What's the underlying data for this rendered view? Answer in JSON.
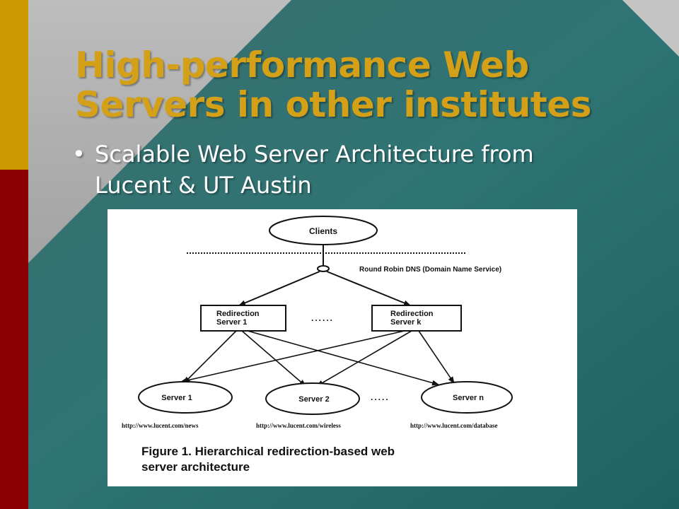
{
  "slide": {
    "title_line1": "High-performance Web",
    "title_line2": "Servers in other institutes",
    "bullets": [
      {
        "line1": "Scalable Web Server Architecture from",
        "line2": "Lucent & UT Austin"
      }
    ],
    "bullet_glyph": "•"
  },
  "colors": {
    "title": "#d4a017",
    "left_bar_top": "#cc9900",
    "left_bar_bottom": "#8b0000",
    "background_teal": "#2f6b6b"
  },
  "diagram": {
    "clients_label": "Clients",
    "dns_label": "Round Robin DNS (Domain Name Service)",
    "redirection_servers": [
      {
        "line1": "Redirection",
        "line2": "Server 1"
      },
      {
        "line1": "Redirection",
        "line2": "Server k"
      }
    ],
    "redirection_ellipsis": "......",
    "servers": [
      "Server 1",
      "Server 2",
      "Server n"
    ],
    "servers_ellipsis": ".....",
    "urls": [
      "http://www.lucent.com/news",
      "http://www.lucent.com/wireless",
      "http://www.lucent.com/database"
    ],
    "caption_line1": "Figure 1. Hierarchical redirection-based web",
    "caption_line2": "server architecture"
  }
}
